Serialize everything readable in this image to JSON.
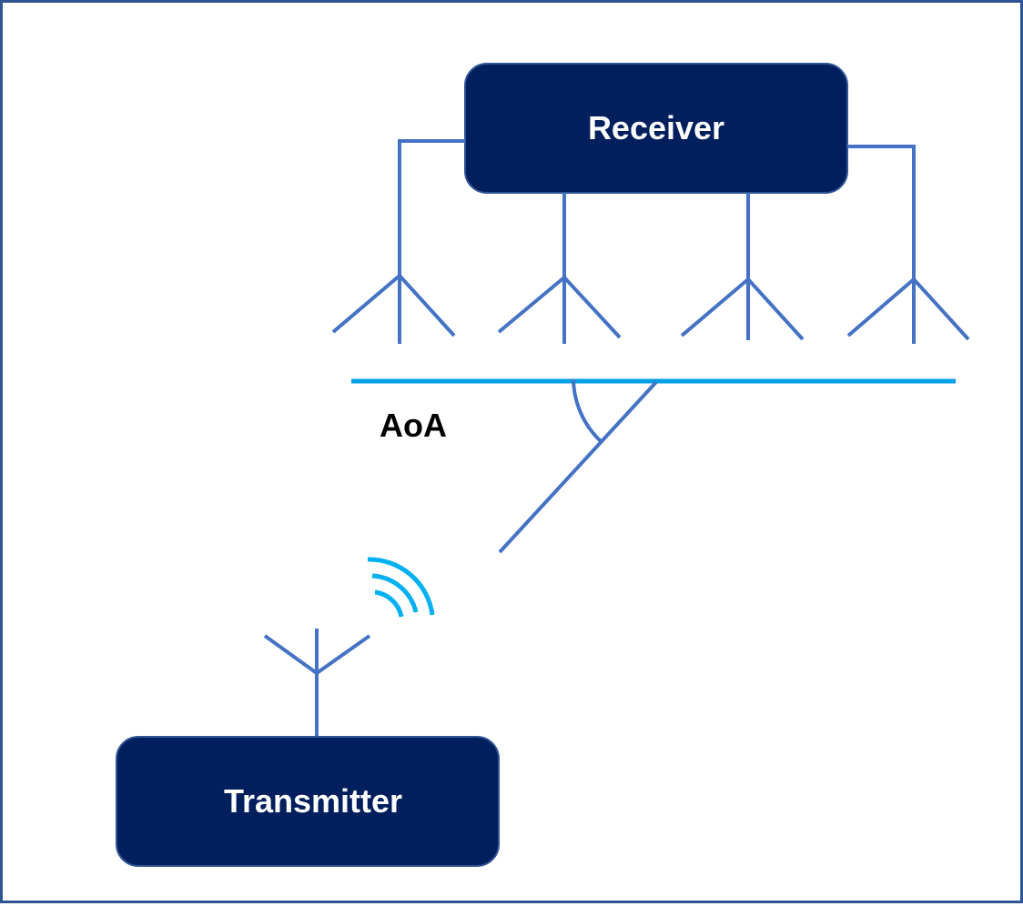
{
  "receiver": {
    "label": "Receiver"
  },
  "transmitter": {
    "label": "Transmitter"
  },
  "angle": {
    "label": "AoA"
  },
  "colors": {
    "box_fill": "#001f5c",
    "box_border": "#2f5496",
    "wire": "#4472c4",
    "baseline": "#00a0e6",
    "signal": "#00b0f0",
    "frame_border": "#2f5496",
    "label_dark": "#000000",
    "label_light": "#ffffff"
  },
  "icons": {
    "antenna": "antenna-icon",
    "signal": "wifi-signal-icon"
  }
}
